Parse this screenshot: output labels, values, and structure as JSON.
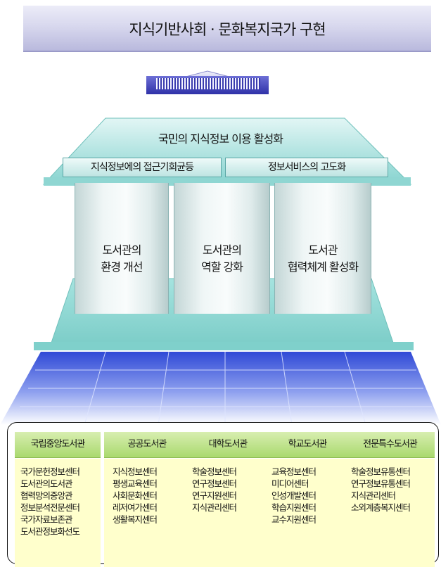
{
  "banner": {
    "title": "지식기반사회 · 문화복지국가 구현"
  },
  "roof": {
    "title": "국민의 지식정보 이용 활성화",
    "sub_left": "지식정보에의 접근기회균등",
    "sub_right": "정보서비스의 고도화"
  },
  "pillars": [
    {
      "line1": "도서관의",
      "line2": "환경 개선"
    },
    {
      "line1": "도서관의",
      "line2": "역할 강화"
    },
    {
      "line1": "도서관",
      "line2": "협력체계 활성화"
    }
  ],
  "columns": [
    {
      "header": "국립중앙도서관",
      "items": [
        "국가문헌정보센터",
        "도서관의도서관",
        "협력망의중앙관",
        "정보분석전문센터",
        "국가자료보존관",
        "도서관정보화선도"
      ]
    },
    {
      "header": "공공도서관",
      "items": [
        "지식정보센터",
        "평생교육센터",
        "사회문화센터",
        "레저여가센터",
        "생활복지센터"
      ]
    },
    {
      "header": "대학도서관",
      "items": [
        "학술정보센터",
        "연구정보센터",
        "연구지원센터",
        "지식관리센터"
      ]
    },
    {
      "header": "학교도서관",
      "items": [
        "교육정보센터",
        "미디어센터",
        "인성개발센터",
        "학습지원센터",
        "교수지원센터"
      ]
    },
    {
      "header": "전문특수도서관",
      "items": [
        "학술정보유통센터",
        "연구정보유통센터",
        "지식관리센터",
        "소외계층복지센터"
      ]
    }
  ],
  "colors": {
    "banner": "#c8c8e6",
    "tier2": "#3a3cae",
    "roof": "#9fe0dc",
    "pillar": "#e8f2f2",
    "grid": "#3c50d8",
    "column_header": "#a9d96e",
    "column_body": "#ffffcc"
  }
}
